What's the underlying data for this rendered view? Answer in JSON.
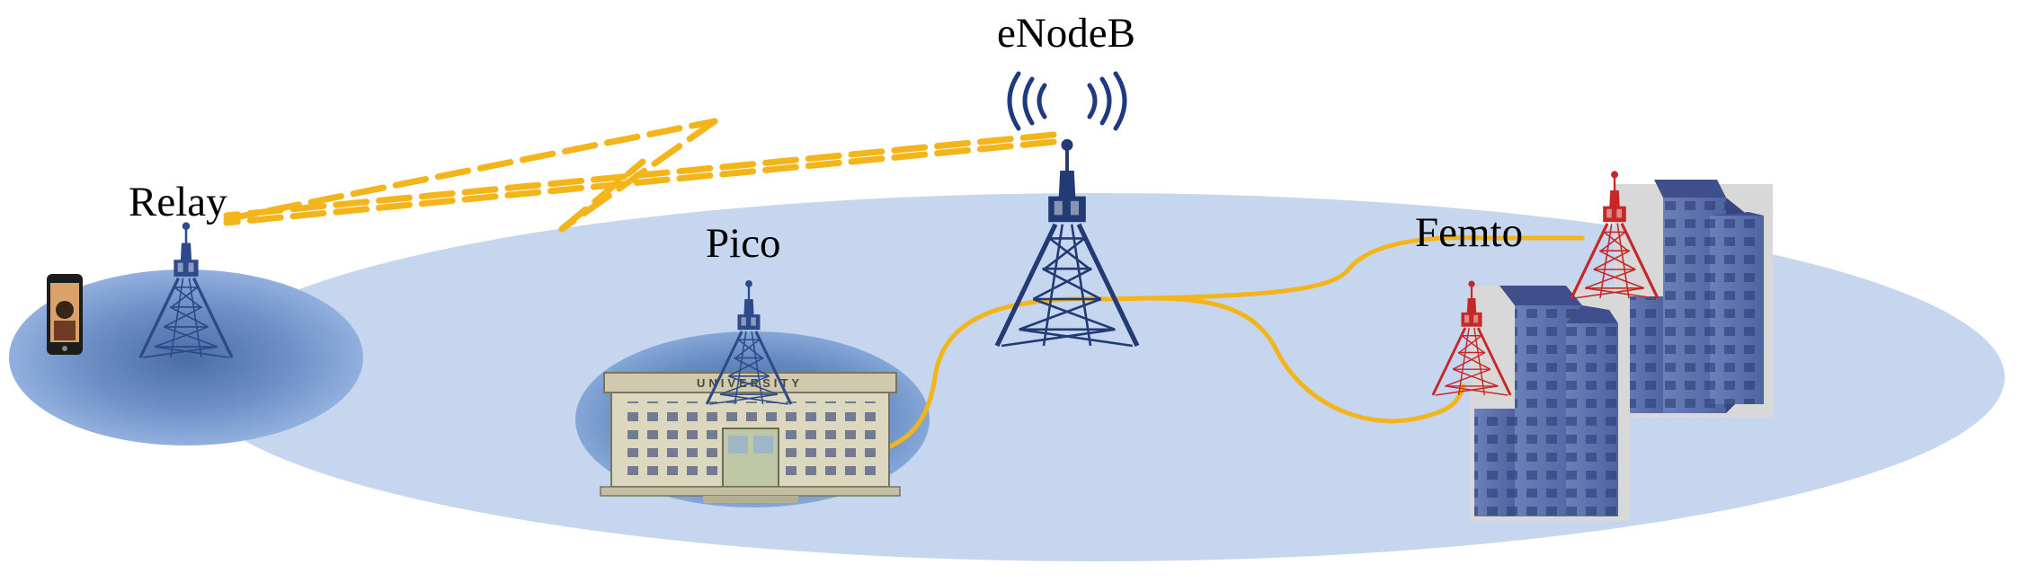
{
  "labels": {
    "enodeb": "eNodeB",
    "relay": "Relay",
    "pico": "Pico",
    "femto": "Femto",
    "university_sign": "UNIVERSITY"
  },
  "colors": {
    "macro_cell": "#c5d6ee",
    "small_cell_outer": "#8faedf",
    "small_cell_inner": "#5b7fb2",
    "tower": "#233b75",
    "tower_femto": "#c62828",
    "backhaul": "#f3b51a",
    "building": "#5a6ea8",
    "university": "#dcd7bf"
  },
  "icons": [
    "cell-tower-icon",
    "signal-waves-icon",
    "smartphone-icon",
    "university-building-icon",
    "office-building-icon"
  ]
}
